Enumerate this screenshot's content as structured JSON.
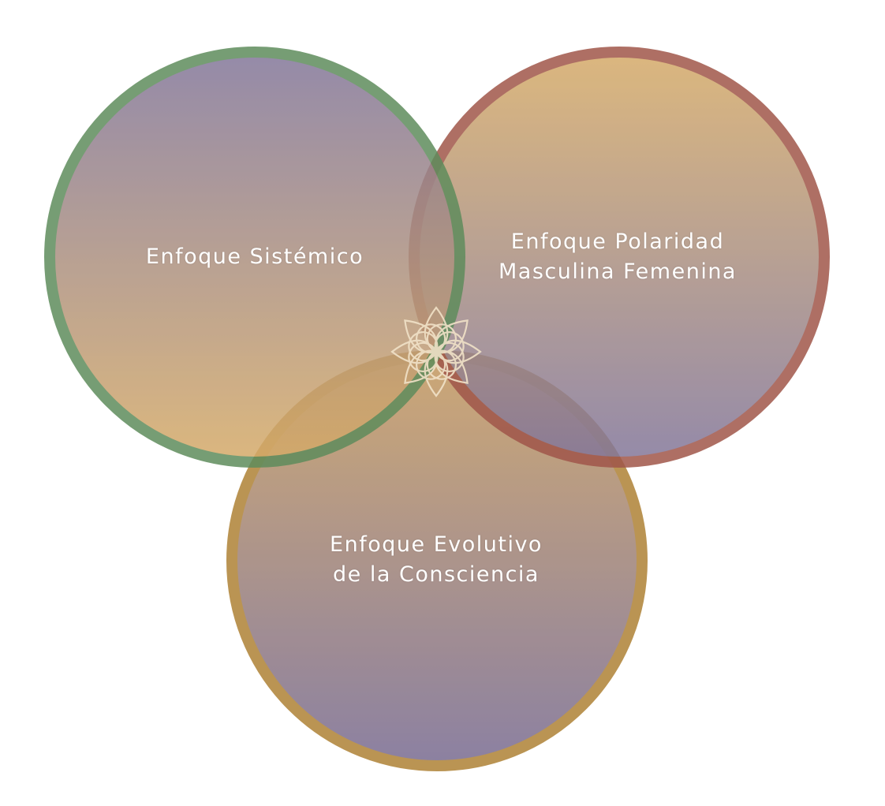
{
  "circles": [
    {
      "id": "sistemico",
      "label_lines": [
        "Enfoque Sistémico"
      ],
      "ring_color": "#5f8c5c",
      "fill_top": "#82769a",
      "fill_bottom": "#d6ab68"
    },
    {
      "id": "polaridad",
      "label_lines": [
        "Enfoque Polaridad",
        "Masculina Femenina"
      ],
      "ring_color": "#a0564a",
      "fill_top": "#d6ab68",
      "fill_bottom": "#82769a"
    },
    {
      "id": "evolutivo",
      "label_lines": [
        "Enfoque Evolutivo",
        "de la Consciencia"
      ],
      "ring_color": "#b58c45",
      "fill_top": "#c9a16a",
      "fill_bottom": "#82769a"
    }
  ],
  "emblem": {
    "name": "lotus-emblem",
    "color": "#f1e2c8"
  }
}
